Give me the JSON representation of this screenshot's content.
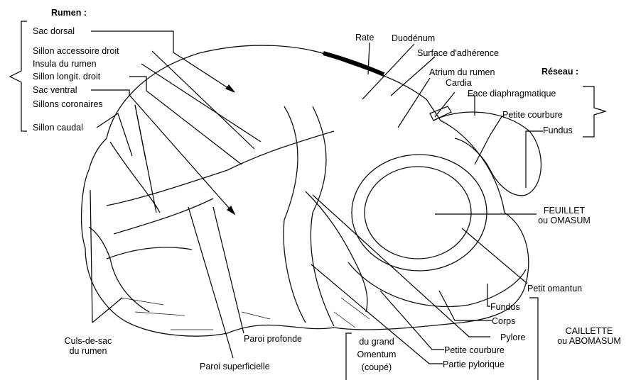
{
  "headers": {
    "rumen": "Rumen :",
    "reseau": "Réseau :"
  },
  "labels": {
    "sac_dorsal": "Sac dorsal",
    "sillon_accessoire_droit": "Sillon accessoire  droit",
    "insula_du_rumen": "Insula du rumen",
    "sillon_longit_droit": "Sillon longit. droit",
    "sac_ventral": "Sac ventral",
    "sillons_coronaires": "Sillons coronaires",
    "sillon_caudal": "Sillon caudal",
    "rate": "Rate",
    "duodenum": "Duodénum",
    "surface_adherence": "Surface d'adhérence",
    "atrium_du_rumen": "Atrium du rumen",
    "cardia": "Cardia",
    "face_diaphragmatique": "Face diaphragmatique",
    "petite_courbure_reseau": "Petite courbure",
    "fundus_reseau": "Fundus",
    "feuillet_line1": "FEUILLET",
    "feuillet_line2": "ou OMASUM",
    "petit_omantun": "Petit omantun",
    "fundus_caillette": "Fundus",
    "corps": "Corps",
    "pylore": "Pylore",
    "petite_courbure_caillette": "Petite courbure",
    "partie_pylorique": "Partie pylorique",
    "caillette_line1": "CAILLETTE",
    "caillette_line2": "ou ABOMASUM",
    "culs_line1": "Culs-de-sac",
    "culs_line2": "du rumen",
    "paroi_profonde": "Paroi profonde",
    "paroi_superficielle": "Paroi superficielle",
    "omentum_line1": "du grand",
    "omentum_line2": "Omentum",
    "omentum_line3": "(coupé)"
  }
}
